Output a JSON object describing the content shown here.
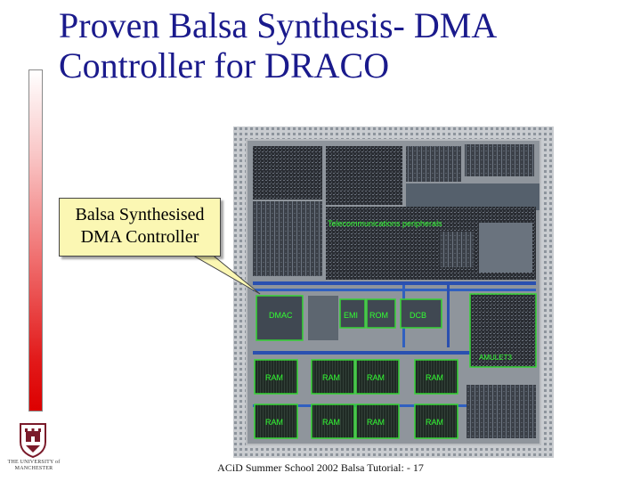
{
  "title": {
    "line1": "Proven Balsa Synthesis- DMA",
    "line2": "Controller for DRACO"
  },
  "callout": {
    "line1": "Balsa Synthesised",
    "line2": "DMA Controller"
  },
  "chip": {
    "labels": {
      "peripherals": "Telecommunications peripherals",
      "dmac": "DMAC",
      "emi": "EMI",
      "rom": "ROM",
      "dcb": "DCB",
      "amulet": "AMULET3",
      "ram": "RAM"
    }
  },
  "logo": {
    "institution": "THE UNIVERSITY of MANCHESTER"
  },
  "footer": {
    "text": "ACiD Summer School 2002 Balsa Tutorial: - 17"
  },
  "colors": {
    "title": "#1a1a8c",
    "callout_fill": "#fbf7b3",
    "chip_label": "#33ff33",
    "sidebar_bottom": "#dd0000"
  }
}
